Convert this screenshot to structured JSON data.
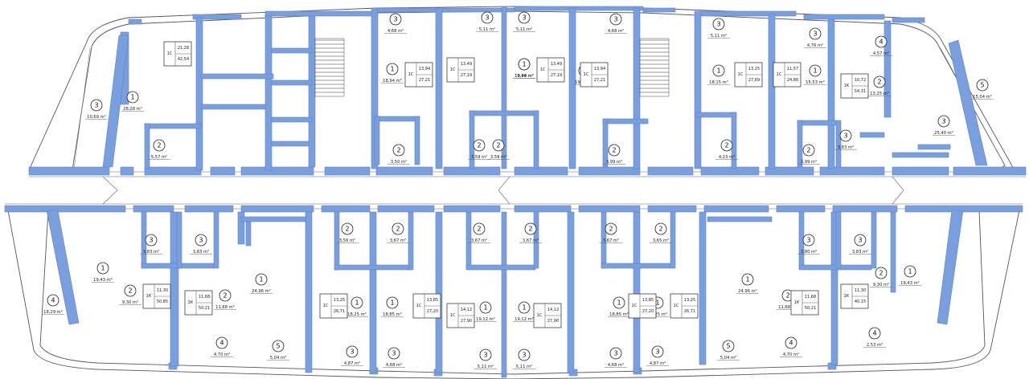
{
  "rooms_top": [
    {
      "num": "3",
      "area": "4,68 m²"
    },
    {
      "num": "3",
      "area": "5,11 m²"
    },
    {
      "num": "3",
      "area": "5,11 m²"
    },
    {
      "num": "3",
      "area": "4,68 m²"
    },
    {
      "num": "3",
      "area": "5,11 m²"
    },
    {
      "num": "3",
      "area": "4,76 m²"
    },
    {
      "num": "4",
      "area": "4,57 m²"
    },
    {
      "num": "5",
      "area": "15,04 m²"
    },
    {
      "num": "3",
      "area": "10,69 m²"
    },
    {
      "num": "1",
      "area": "28,28 m²"
    },
    {
      "num": "2",
      "area": "5,57 m²"
    },
    {
      "num": "1",
      "area": "18,94 m²"
    },
    {
      "num": "1",
      "area": "19,49 m²"
    },
    {
      "num": "1",
      "area": "19,49 m²"
    },
    {
      "num": "1",
      "area": "18,94 m²"
    },
    {
      "num": "1",
      "area": "18,15 m²"
    },
    {
      "num": "1",
      "area": "15,53 m²"
    },
    {
      "num": "2",
      "area": "13,25 m²"
    },
    {
      "num": "3",
      "area": "25,40 m²"
    },
    {
      "num": "2",
      "area": "3,50 m²"
    },
    {
      "num": "2",
      "area": "3,59 m²"
    },
    {
      "num": "2",
      "area": "3,59 m²"
    },
    {
      "num": "2",
      "area": "3,99 m²"
    },
    {
      "num": "2",
      "area": "4,23 m²"
    },
    {
      "num": "2",
      "area": "3,99 m²"
    },
    {
      "num": "3",
      "area": "3,83 m²"
    }
  ],
  "rooms_bottom": [
    {
      "num": "3",
      "area": "3,83 m²"
    },
    {
      "num": "3",
      "area": "3,83 m²"
    },
    {
      "num": "2",
      "area": "3,56 m²"
    },
    {
      "num": "2",
      "area": "3,67 m²"
    },
    {
      "num": "2",
      "area": "3,67 m²"
    },
    {
      "num": "2",
      "area": "3,67 m²"
    },
    {
      "num": "2",
      "area": "3,67 m²"
    },
    {
      "num": "2",
      "area": "3,65 m²"
    },
    {
      "num": "3",
      "area": "3,80 m²"
    },
    {
      "num": "3",
      "area": "3,83 m²"
    },
    {
      "num": "1",
      "area": "19,43 m²"
    },
    {
      "num": "2",
      "area": "9,30 m²"
    },
    {
      "num": "2",
      "area": "11,68 m²"
    },
    {
      "num": "1",
      "area": "24,96 m²"
    },
    {
      "num": "1",
      "area": "18,25 m²"
    },
    {
      "num": "1",
      "area": "18,85 m²"
    },
    {
      "num": "1",
      "area": "19,12 m²"
    },
    {
      "num": "1",
      "area": "19,12 m²"
    },
    {
      "num": "1",
      "area": "18,85 m²"
    },
    {
      "num": "1",
      "area": "18,25 m²"
    },
    {
      "num": "1",
      "area": "24,96 m²"
    },
    {
      "num": "2",
      "area": "11,68 m²"
    },
    {
      "num": "2",
      "area": "9,30 m²"
    },
    {
      "num": "1",
      "area": "19,43 m²"
    },
    {
      "num": "4",
      "area": "18,29 m²"
    },
    {
      "num": "4",
      "area": "4,70 m²"
    },
    {
      "num": "5",
      "area": "5,04 m²"
    },
    {
      "num": "3",
      "area": "4,87 m²"
    },
    {
      "num": "3",
      "area": "4,68 m²"
    },
    {
      "num": "3",
      "area": "5,11 m²"
    },
    {
      "num": "3",
      "area": "5,11 m²"
    },
    {
      "num": "3",
      "area": "4,68 m²"
    },
    {
      "num": "3",
      "area": "4,87 m²"
    },
    {
      "num": "5",
      "area": "5,04 m²"
    },
    {
      "num": "4",
      "area": "4,70 m²"
    },
    {
      "num": "4",
      "area": "2,53 m²"
    }
  ],
  "unit_boxes": [
    {
      "type": "1С",
      "living": "21,28",
      "total": "42,54"
    },
    {
      "type": "1С",
      "living": "13,94",
      "total": "27,21"
    },
    {
      "type": "1С",
      "living": "13,49",
      "total": "27,19"
    },
    {
      "type": "1С",
      "living": "13,49",
      "total": "27,19"
    },
    {
      "type": "1С",
      "living": "13,94",
      "total": "27,21"
    },
    {
      "type": "1С",
      "living": "13,15",
      "total": "27,69"
    },
    {
      "type": "1С",
      "living": "11,57",
      "total": "24,86"
    },
    {
      "type": "1К",
      "living": "10,72",
      "total": "54,31"
    },
    {
      "type": "1К",
      "living": "11,30",
      "total": "50,85"
    },
    {
      "type": "1К",
      "living": "11,68",
      "total": "50,21"
    },
    {
      "type": "1С",
      "living": "13,25",
      "total": "26,71"
    },
    {
      "type": "1С",
      "living": "13,85",
      "total": "27,20"
    },
    {
      "type": "1С",
      "living": "14,12",
      "total": "27,90"
    },
    {
      "type": "1С",
      "living": "14,12",
      "total": "27,90"
    },
    {
      "type": "1С",
      "living": "13,85",
      "total": "27,20"
    },
    {
      "type": "1С",
      "living": "13,25",
      "total": "26,71"
    },
    {
      "type": "1К",
      "living": "11,68",
      "total": "50,21"
    },
    {
      "type": "1К",
      "living": "11,30",
      "total": "40,15"
    }
  ],
  "colors": {
    "wall": "#7a9fdf",
    "line": "#555555",
    "background": "#ffffff"
  }
}
